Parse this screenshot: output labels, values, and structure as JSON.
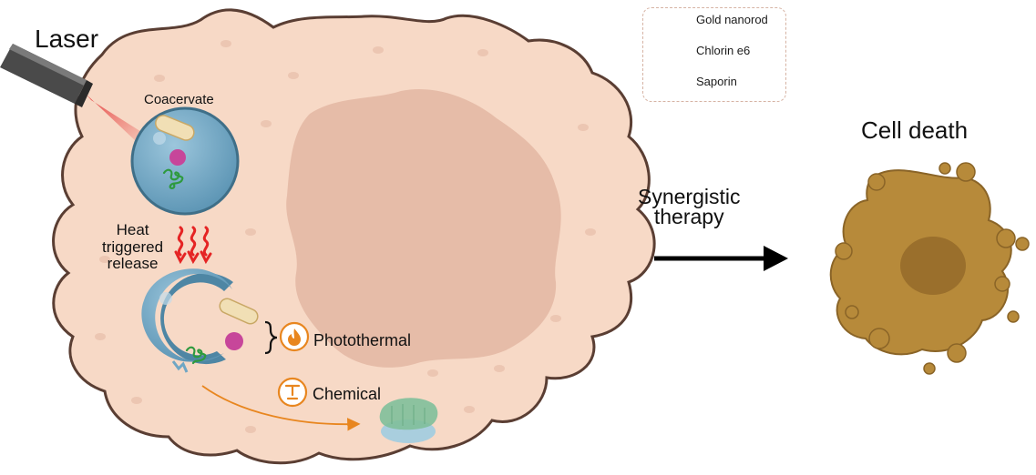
{
  "labels": {
    "laser": "Laser",
    "coacervate": "Coacervate",
    "heat_triggered_release": [
      "Heat",
      "triggered",
      "release"
    ],
    "photothermal": "Photothermal",
    "chemical": "Chemical",
    "synergistic_therapy": [
      "Synergistic",
      "therapy"
    ],
    "cell_death": "Cell death"
  },
  "legend": [
    {
      "icon": "gold-nanorod-icon",
      "label": "Gold nanorod"
    },
    {
      "icon": "chlorin-e6-icon",
      "label": "Chlorin e6"
    },
    {
      "icon": "saporin-icon",
      "label": "Saporin"
    }
  ],
  "colors": {
    "cell_fill": "#f7d9c6",
    "cell_outline": "#5a3e33",
    "nucleus": "#e6bca8",
    "coacervate": "#6fa6c4",
    "gold_nanorod": "#f1dfb5",
    "chlorin_e6": "#c7469a",
    "saporin": "#2e9a3e",
    "heat_waves": "#e52424",
    "laser_beam": "#e53b3b",
    "process_orange": "#e8861f",
    "dead_cell": "#b78a3a"
  }
}
